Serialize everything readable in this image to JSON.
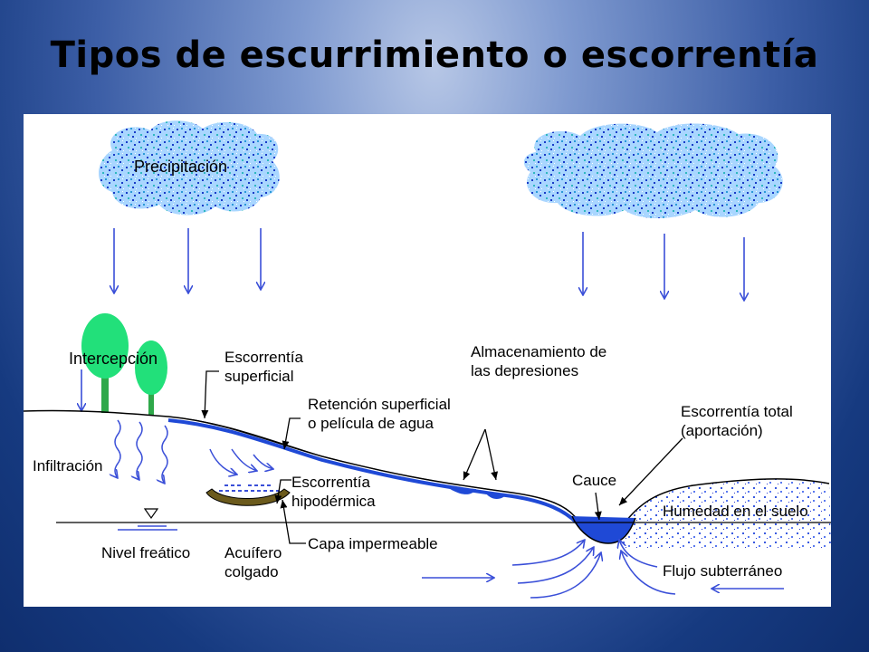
{
  "slide": {
    "title": "Tipos de escurrimiento o escorrentía"
  },
  "labels": {
    "precipitacion": "Precipitación",
    "intercepcion": "Intercepción",
    "escorrentia_superficial": [
      "Escorrentía",
      "superficial"
    ],
    "retencion": [
      "Retención superficial",
      "o película de agua"
    ],
    "almacenamiento": [
      "Almacenamiento de",
      "las depresiones"
    ],
    "escorrentia_total": [
      "Escorrentía total",
      "(aportación)"
    ],
    "infiltracion": "Infiltración",
    "escorrentia_hipodermica": [
      "Escorrentía",
      "hipodérmica"
    ],
    "cauce": "Cauce",
    "humedad": "Humedad en el suelo",
    "nivel_freatico": "Nivel freático",
    "acuifero_colgado": [
      "Acuífero",
      "colgado"
    ],
    "capa_impermeable": "Capa impermeable",
    "flujo_subterraneo": "Flujo subterráneo"
  },
  "colors": {
    "water": "#1f49d6",
    "arrow": "#3a4fd8",
    "tree": "#22e07a",
    "trunk": "#2fa84a",
    "impermeable_layer": "#6b5a1c",
    "cloud_fill": "#9fd0ff"
  }
}
